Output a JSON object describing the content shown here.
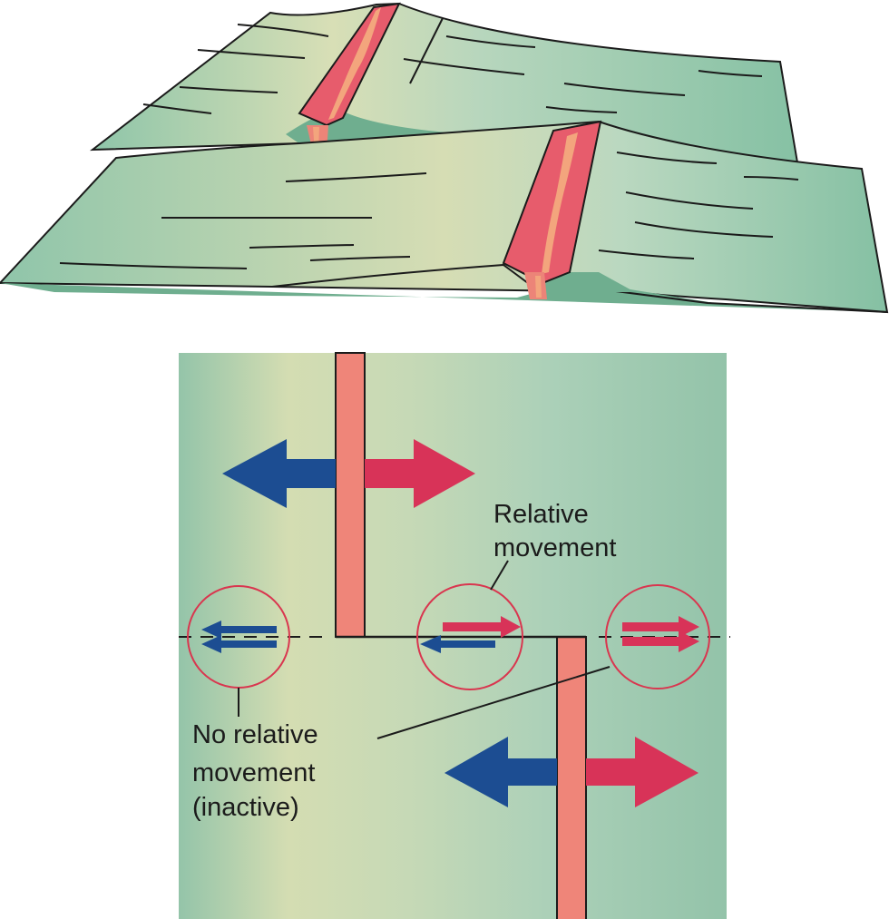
{
  "labels": {
    "relative_line1": "Relative",
    "relative_line2": "movement",
    "none_line1": "No relative",
    "none_line2": "movement",
    "none_line3": "(inactive)"
  },
  "colors": {
    "plate_green": "#8ec3a6",
    "plate_cream": "#d4ddb3",
    "ridge_red": "#e75c6c",
    "ridge_orange": "#f3a57d",
    "ridge_pink": "#ec8478",
    "arrow_blue": "#1c4d92",
    "arrow_red": "#d83358",
    "circle_red": "#d9364f",
    "line_black": "#1b1b1b"
  }
}
